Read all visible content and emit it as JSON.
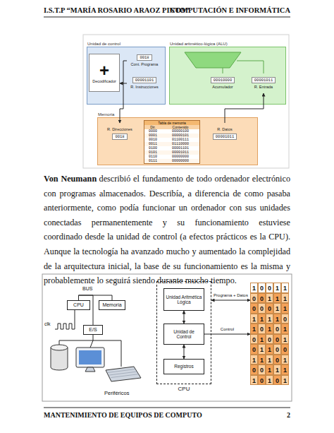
{
  "diagram": {
    "nodes": [
      {
        "text": [
          "Unidad de control"
        ]
      },
      {
        "text": [
          "+",
          "Decodificador"
        ],
        "in": 0
      },
      {
        "text": [
          "0018",
          "Cont. Programa"
        ],
        "in": 0
      },
      {
        "text": [
          "00001101",
          "R. Instrucciones"
        ],
        "in": 0
      },
      {
        "text": [
          "Unidad aritmético-lógica (ALU)"
        ]
      },
      {
        "text": [
          "00010000",
          "Acumulador"
        ],
        "in": 4
      },
      {
        "text": [
          "00001011",
          "R. Entrada"
        ],
        "in": 4
      },
      {
        "text": [
          "Memoria"
        ]
      },
      {
        "text": [
          "R. Direcciones",
          "0018"
        ],
        "in": 7
      },
      {
        "text": [
          "Tabla de memoria",
          "Dir.",
          "Contenido",
          "0000",
          "00000100",
          "0001",
          "00000101",
          "0010",
          "01100111",
          "0011",
          "01110000",
          "0100",
          "00001101",
          "0101",
          "00001011",
          "0110",
          "00000000",
          "0111",
          "00000000"
        ],
        "in": 7
      },
      {
        "text": [
          "R. Datos",
          "00001011"
        ],
        "in": 7
      },
      {
        "text": [
          "CPU"
        ]
      },
      {
        "text": [
          "Memoria"
        ]
      },
      {
        "text": [
          "E/S"
        ]
      },
      {
        "text": [
          "CPU"
        ]
      },
      {
        "text": [
          "Unidad Aritmética Lógica"
        ],
        "in": 14
      },
      {
        "text": [
          "Unidad de Control"
        ],
        "in": 14
      },
      {
        "text": [
          "Registros"
        ],
        "in": 14
      },
      {
        "text": [
          "1",
          "0",
          "0",
          "1",
          "1",
          "0",
          "0",
          "1",
          "1",
          "1",
          "0",
          "0",
          "0",
          "1",
          "1",
          "1",
          "1",
          "1",
          "1",
          "0",
          "1",
          "0",
          "1",
          "0",
          "1",
          "0",
          "1",
          "0",
          "0",
          "1",
          "0",
          "1",
          "1",
          "0",
          "0",
          "1",
          "1",
          "1",
          "0",
          "1",
          "0",
          "0",
          "1",
          "1",
          "1",
          "1",
          "0",
          "1",
          "0",
          "1"
        ]
      }
    ],
    "edges": [
      {
        "from": 2,
        "to": 8,
        "arrow": "to"
      },
      {
        "from": 10,
        "to": 6,
        "arrow": "to"
      },
      {
        "from": 3,
        "to": 1,
        "arrow": "to"
      },
      {
        "from": 11,
        "to": 12,
        "arrow": "none"
      },
      {
        "from": 13,
        "to": 11,
        "arrow": "none"
      },
      {
        "from": 16,
        "to": 15,
        "arrow": "both"
      },
      {
        "from": 16,
        "to": 17,
        "arrow": "both"
      },
      {
        "from": 14,
        "to": 18,
        "label": "Programa + Datos",
        "arrow": "both"
      },
      {
        "from": 16,
        "to": 18,
        "label": "Control",
        "arrow": "to"
      }
    ],
    "labels": [
      "I.S.T.P “MARÍA ROSARIO ARAOZ PINTO”",
      "COMPUTACIÓN E INFORMÁTICA",
      "Von Neumann",
      "describió el fundamento de todo ordenador electrónico con programas almacenados. Describía, a diferencia de como pasaba anteriormente, como podía funcionar un ordenador con sus unidades conectadas permanentemente y su funcionamiento estuviese coordinado desde la unidad de control (a efectos prácticos es la CPU). Aunque la tecnología ha avanzado mucho y aumentado la complejidad de la arquitectura inicial, la base de su funcionamiento es la misma y probablemente lo seguirá siendo durante mucho tiempo.",
      "clk",
      "BUS",
      "Periféricos",
      "MANTENIMIENTO DE EQUIPOS DE COMPUTO",
      "2"
    ]
  }
}
